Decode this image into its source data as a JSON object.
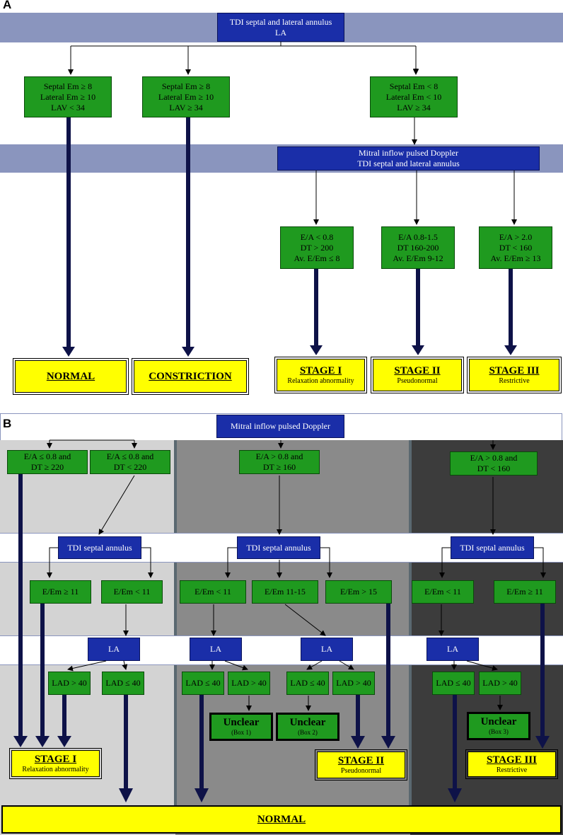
{
  "panel_a": {
    "label": "A",
    "top_box": [
      "TDI septal and lateral annulus",
      "LA"
    ],
    "criteria_normal": [
      "Septal Em ≥ 8",
      "Lateral Em ≥ 10",
      "LAV < 34"
    ],
    "criteria_constriction": [
      "Septal Em ≥ 8",
      "Lateral Em ≥ 10",
      "LAV ≥ 34"
    ],
    "criteria_diastolic": [
      "Septal Em < 8",
      "Lateral Em < 10",
      "LAV ≥ 34"
    ],
    "mitral_box": [
      "Mitral inflow pulsed Doppler",
      "TDI septal and lateral annulus"
    ],
    "stage1_criteria": [
      "E/A < 0.8",
      "DT > 200",
      "Av. E/Em  ≤ 8"
    ],
    "stage2_criteria": [
      "E/A 0.8-1.5",
      "DT 160-200",
      "Av. E/Em  9-12"
    ],
    "stage3_criteria": [
      "E/A > 2.0",
      "DT < 160",
      "Av. E/Em  ≥ 13"
    ],
    "out_normal": "NORMAL",
    "out_constriction": "CONSTRICTION",
    "out_stage1": {
      "title": "STAGE I",
      "sub": "Relaxation abnormality"
    },
    "out_stage2": {
      "title": "STAGE II",
      "sub": "Pseudonormal"
    },
    "out_stage3": {
      "title": "STAGE III",
      "sub": "Restrictive"
    }
  },
  "panel_b": {
    "label": "B",
    "top_box": "Mitral inflow pulsed Doppler",
    "ea1": [
      "E/A ≤ 0.8 and",
      "DT ≥ 220"
    ],
    "ea2": [
      "E/A ≤ 0.8 and",
      "DT < 220"
    ],
    "ea3": [
      "E/A > 0.8 and",
      "DT ≥ 160"
    ],
    "ea4": [
      "E/A > 0.8 and",
      "DT < 160"
    ],
    "tdi_label": "TDI septal annulus",
    "ee_ge11": "E/Em  ≥ 11",
    "ee_lt11": "E/Em  < 11",
    "ee_11_15": "E/Em  11-15",
    "ee_gt15": "E/Em  > 15",
    "la_label": "LA",
    "lad_le40": "LAD ≤ 40",
    "lad_gt40": "LAD > 40",
    "unclear": "Unclear",
    "box1": "(Box 1)",
    "box2": "(Box 2)",
    "box3": "(Box 3)",
    "out_stage1": {
      "title": "STAGE I",
      "sub": "Relaxation  abnormality"
    },
    "out_stage2": {
      "title": "STAGE II",
      "sub": "Pseudonormal"
    },
    "out_stage3": {
      "title": "STAGE III",
      "sub": "Restrictive"
    },
    "out_normal": "NORMAL"
  },
  "colors": {
    "band_a": "#8a95be",
    "box_blue": "#1a2ea8",
    "box_green": "#1f9a1f",
    "box_yellow": "#ffff00",
    "col_light": "#d3d3d3",
    "col_mid": "#8a8a8a",
    "col_dark": "#3c3c3c",
    "thick_arrow": "#0e1248"
  }
}
